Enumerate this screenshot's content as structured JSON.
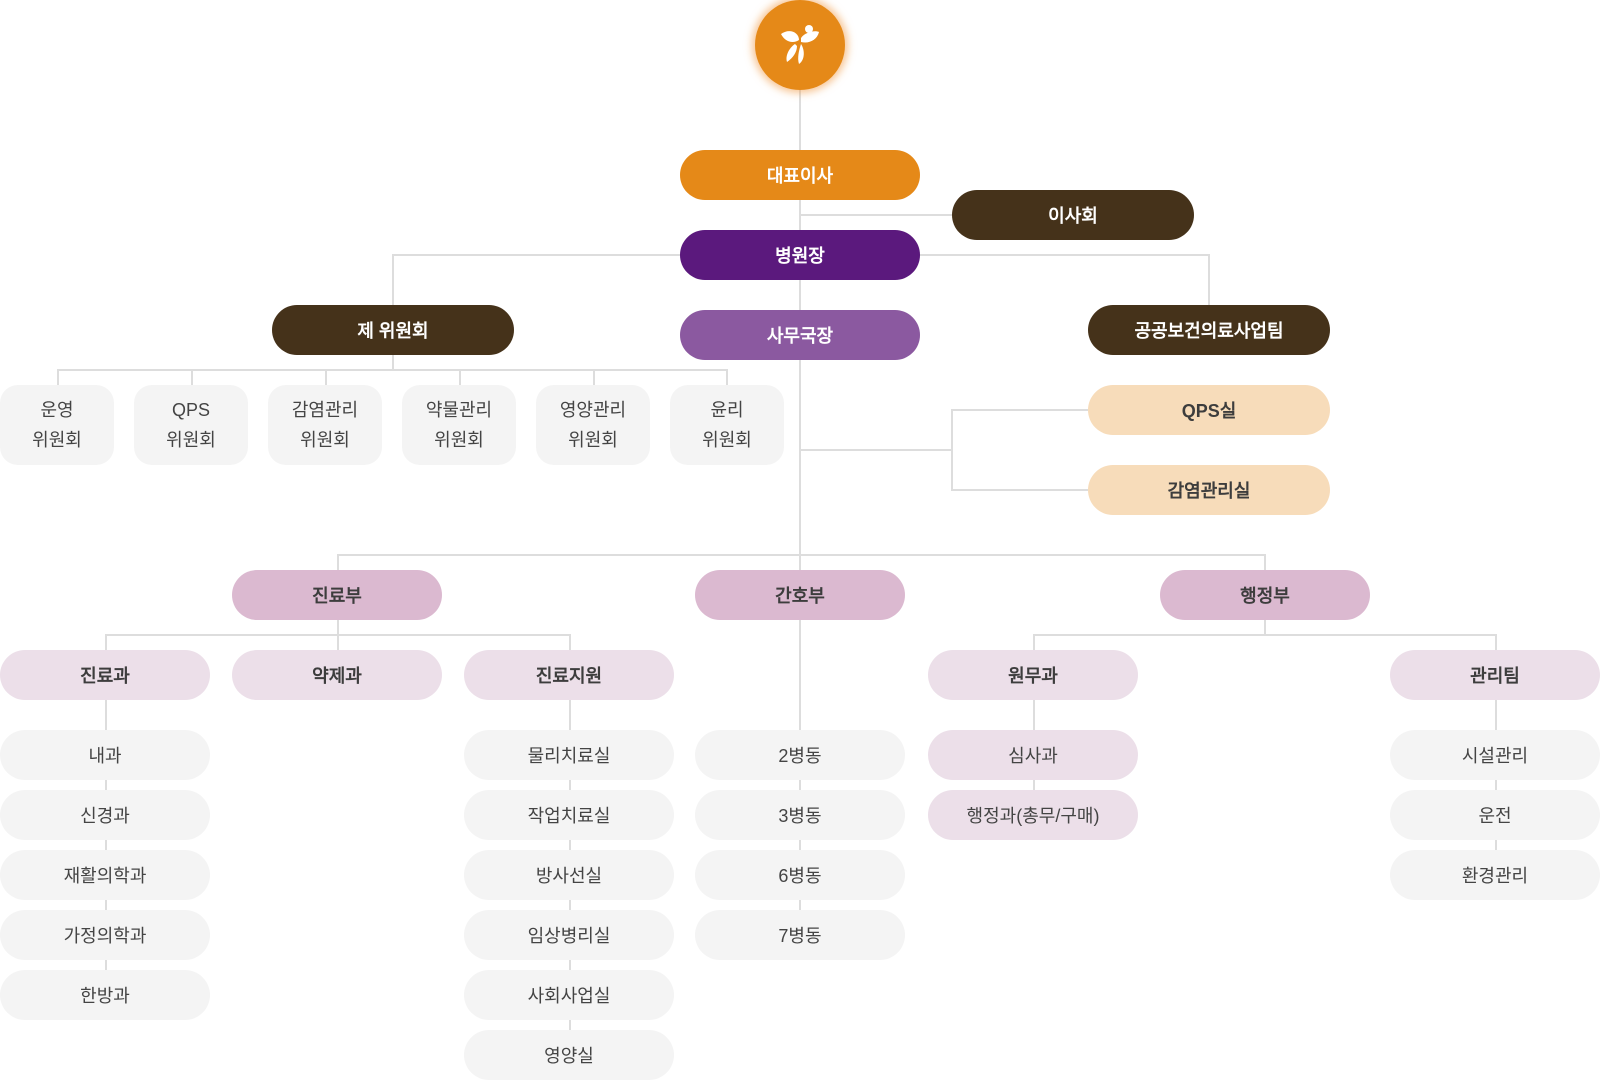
{
  "logo": {
    "icon": "butterfly-person-icon",
    "color": "#e58918"
  },
  "top": {
    "ceo": "대표이사",
    "board": "이사회",
    "director": "병원장",
    "secretary_general": "사무국장",
    "committees_head": "제 위원회",
    "public_health_team": "공공보건의료사업팀"
  },
  "committees": [
    {
      "line1": "운영",
      "line2": "위원회"
    },
    {
      "line1": "QPS",
      "line2": "위원회"
    },
    {
      "line1": "감염관리",
      "line2": "위원회"
    },
    {
      "line1": "약물관리",
      "line2": "위원회"
    },
    {
      "line1": "영양관리",
      "line2": "위원회"
    },
    {
      "line1": "윤리",
      "line2": "위원회"
    }
  ],
  "staff_offices": [
    "QPS실",
    "감염관리실"
  ],
  "departments": {
    "medical": {
      "label": "진료부",
      "units": [
        {
          "label": "진료과",
          "items": [
            "내과",
            "신경과",
            "재활의학과",
            "가정의학과",
            "한방과"
          ]
        },
        {
          "label": "약제과",
          "items": []
        },
        {
          "label": "진료지원",
          "items": [
            "물리치료실",
            "작업치료실",
            "방사선실",
            "임상병리실",
            "사회사업실",
            "영양실"
          ]
        }
      ]
    },
    "nursing": {
      "label": "간호부",
      "items": [
        "2병동",
        "3병동",
        "6병동",
        "7병동"
      ]
    },
    "admin": {
      "label": "행정부",
      "units": [
        {
          "label": "원무과",
          "items": [
            "심사과",
            "행정과(총무/구매)"
          ]
        },
        {
          "label": "관리팀",
          "items": [
            "시설관리",
            "운전",
            "환경관리"
          ]
        }
      ]
    }
  },
  "colors": {
    "ceo": "#e58918",
    "director": "#5b197d",
    "secretary": "#8b59a0",
    "dark": "#45321a",
    "peach": "#f7dcba",
    "dept": "#dbb9d0",
    "sub": "#ecdfe9",
    "item": "#f4f4f4",
    "line": "#dddddd"
  }
}
